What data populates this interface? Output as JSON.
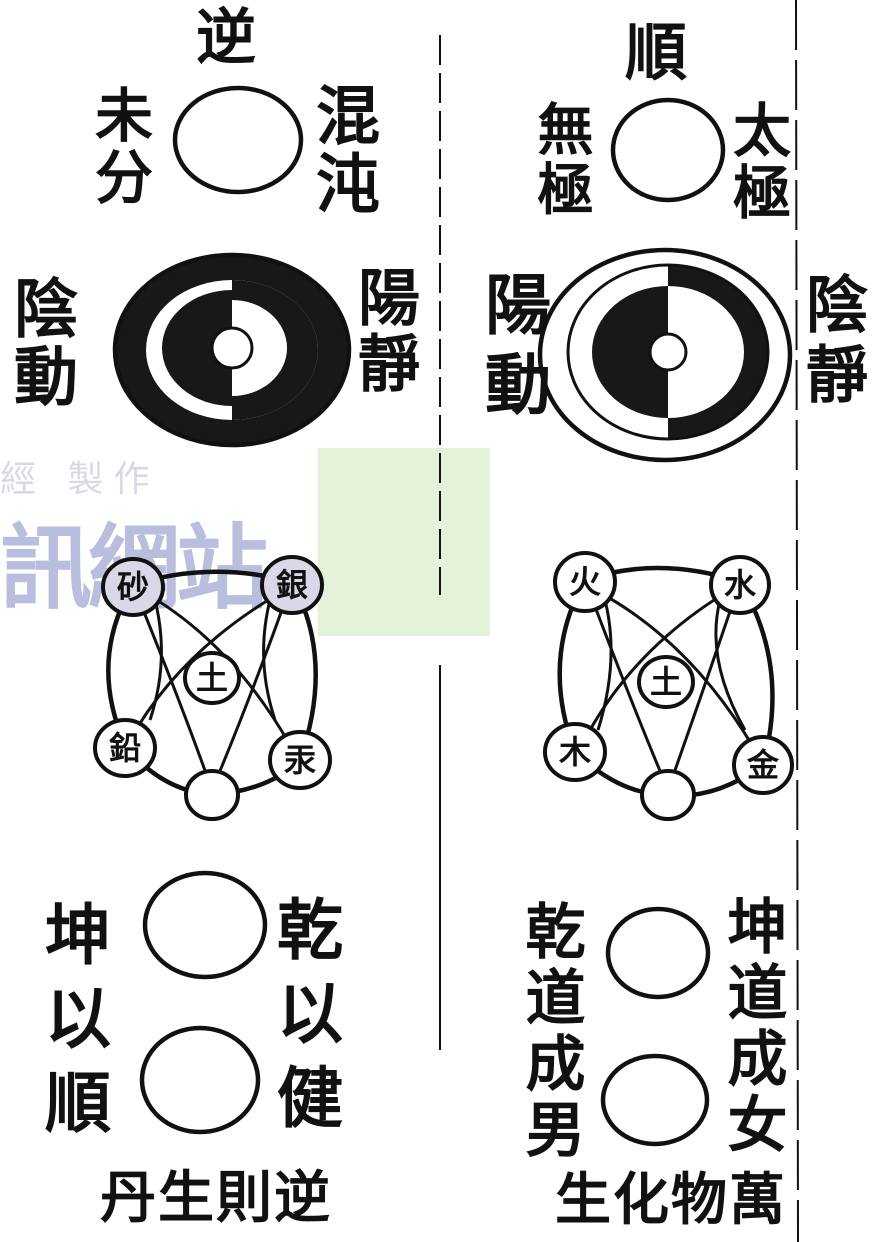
{
  "left_column": {
    "top_title": "逆",
    "circle1_left": "混沌",
    "circle1_right": "未分",
    "disc_left": "陰動",
    "disc_right": "陽靜",
    "nodes": {
      "top_left": "砂",
      "top_right": "銀",
      "center": "土",
      "bottom_left": "鉛",
      "bottom_right": "汞"
    },
    "bottom_left": "坤以順",
    "bottom_right": "乾以健",
    "footer": "丹生則逆"
  },
  "right_column": {
    "top_title": "順",
    "circle1_left": "無極",
    "circle1_right": "太極",
    "disc_left": "陽動",
    "disc_right": "陰靜",
    "nodes": {
      "top_left": "火",
      "top_right": "水",
      "center": "土",
      "bottom_left": "木",
      "bottom_right": "金"
    },
    "bottom_left": "乾道成男",
    "bottom_right": "坤道成女",
    "footer": "生化物萬"
  },
  "watermark": {
    "small_text": "經 製作",
    "big_text": "訊網站"
  }
}
